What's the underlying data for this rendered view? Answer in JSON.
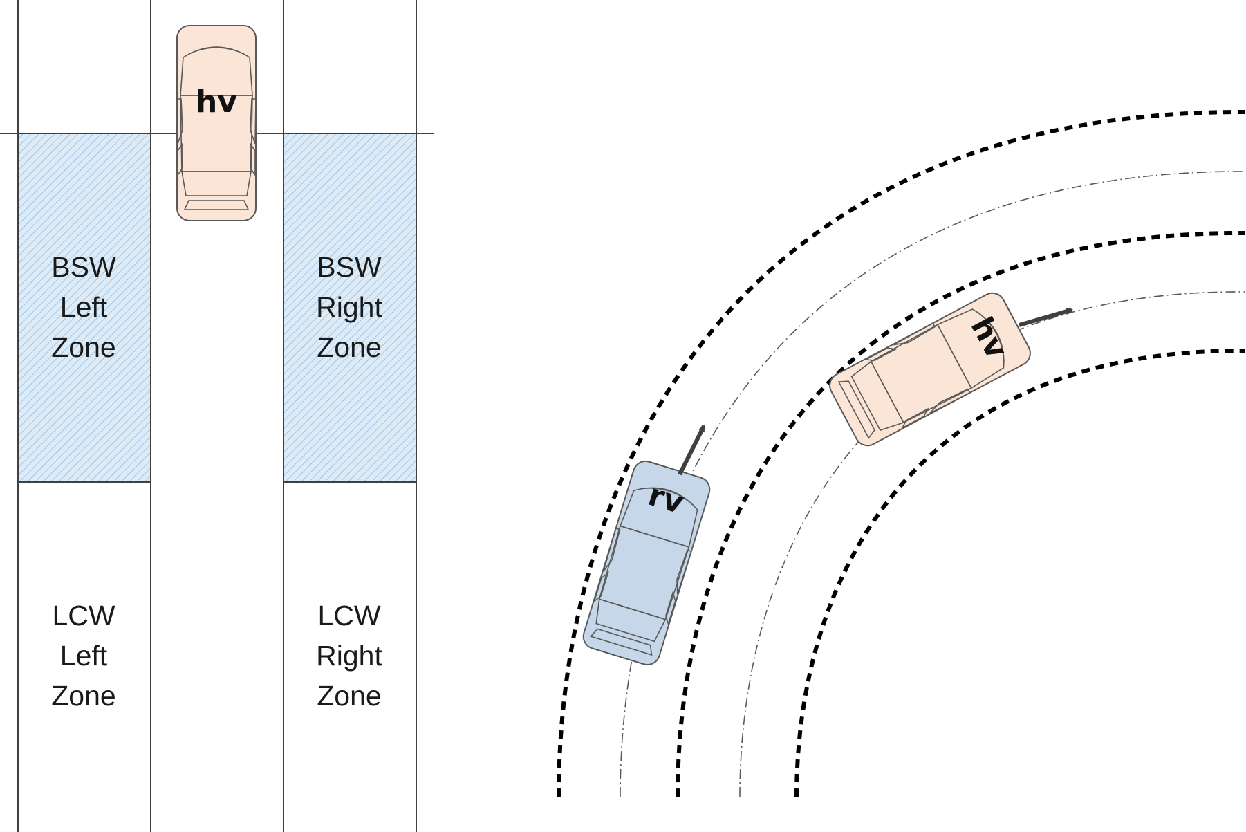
{
  "colors": {
    "hv_fill": "#FBE5D6",
    "rv_fill": "#C5D7E8",
    "zone_fill": "#DDEBF7",
    "zone_hatch": "#9DC3E6",
    "line": "#404040"
  },
  "left_panel": {
    "bsw_left": [
      "BSW",
      "Left",
      "Zone"
    ],
    "bsw_right": [
      "BSW",
      "Right",
      "Zone"
    ],
    "lcw_left": [
      "LCW",
      "Left",
      "Zone"
    ],
    "lcw_right": [
      "LCW",
      "Right",
      "Zone"
    ],
    "hv_label": "hv"
  },
  "right_panel": {
    "rv_label": "rv",
    "hv_label": "hv"
  }
}
